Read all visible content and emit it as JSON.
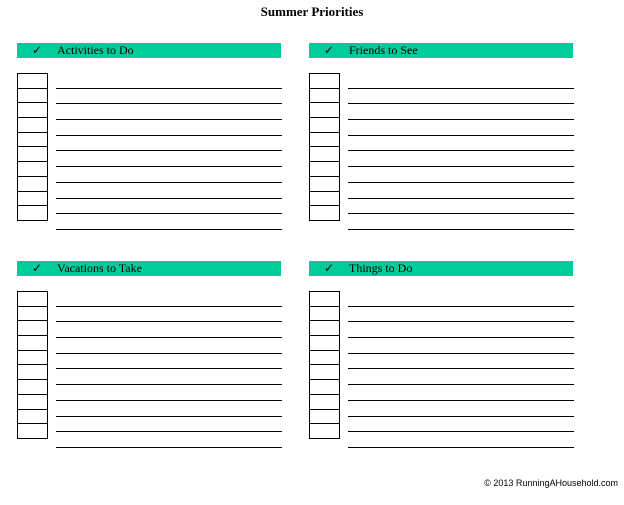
{
  "page": {
    "title": "Summer Priorities",
    "copyright": "© 2013 RunningAHousehold.com"
  },
  "theme": {
    "header_color": "#00cc99"
  },
  "sections": [
    {
      "check": "✓",
      "title": "Activities to Do",
      "rows": 10
    },
    {
      "check": "✓",
      "title": "Friends to See",
      "rows": 10
    },
    {
      "check": "✓",
      "title": "Vacations to Take",
      "rows": 10
    },
    {
      "check": "✓",
      "title": "Things to Do",
      "rows": 10
    }
  ]
}
